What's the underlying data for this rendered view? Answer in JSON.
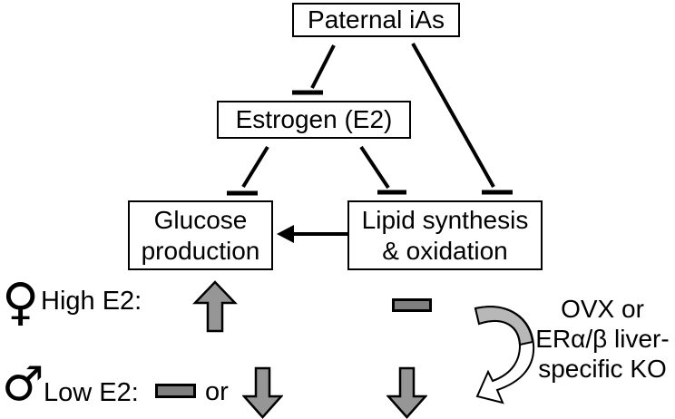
{
  "boxes": {
    "paternal": {
      "label": "Paternal iAs"
    },
    "estrogen": {
      "label": "Estrogen (E2)"
    },
    "glucose": {
      "line1": "Glucose",
      "line2": "production"
    },
    "lipid": {
      "line1": "Lipid synthesis",
      "line2": "& oxidation"
    }
  },
  "legend": {
    "high_row": {
      "symbol": "♀",
      "label": "High E2:"
    },
    "low_row": {
      "symbol": "♂",
      "label": "Low E2:",
      "or_label": "or"
    }
  },
  "annotation": {
    "line1": "OVX or",
    "line2": "ERα/β liver-",
    "line3": "specific KO"
  },
  "icons": {
    "up_arrow": "increase",
    "down_arrow": "decrease",
    "minus_bar": "no-change",
    "curved_arrow": "conversion-ovx-ko",
    "inhibition_tbar": "inhibits",
    "flat_arrow": "feeds-into"
  },
  "colors": {
    "background": "#ffffff",
    "line_black": "#000000",
    "arrow_gray": "#969696",
    "bar_gray": "#7f7f7f",
    "curved_arrow_gray": "#b8b8b8"
  }
}
